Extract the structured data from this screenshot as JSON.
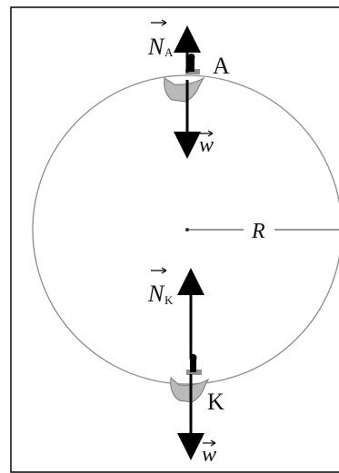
{
  "diagram": {
    "labels": {
      "point_top": "A",
      "point_bottom": "K",
      "radius": "R",
      "normal_top_main": "N",
      "normal_top_sub": "A",
      "normal_bottom_main": "N",
      "normal_bottom_sub": "K",
      "weight_top": "w",
      "weight_bottom": "w"
    },
    "colors": {
      "circle": "#8a8a8a",
      "arrows": "#000000",
      "seat": "#b9b9b9",
      "frame": "#000000"
    },
    "icons": {
      "seat_top": "seated-person-icon",
      "seat_bottom": "seated-person-icon"
    }
  }
}
